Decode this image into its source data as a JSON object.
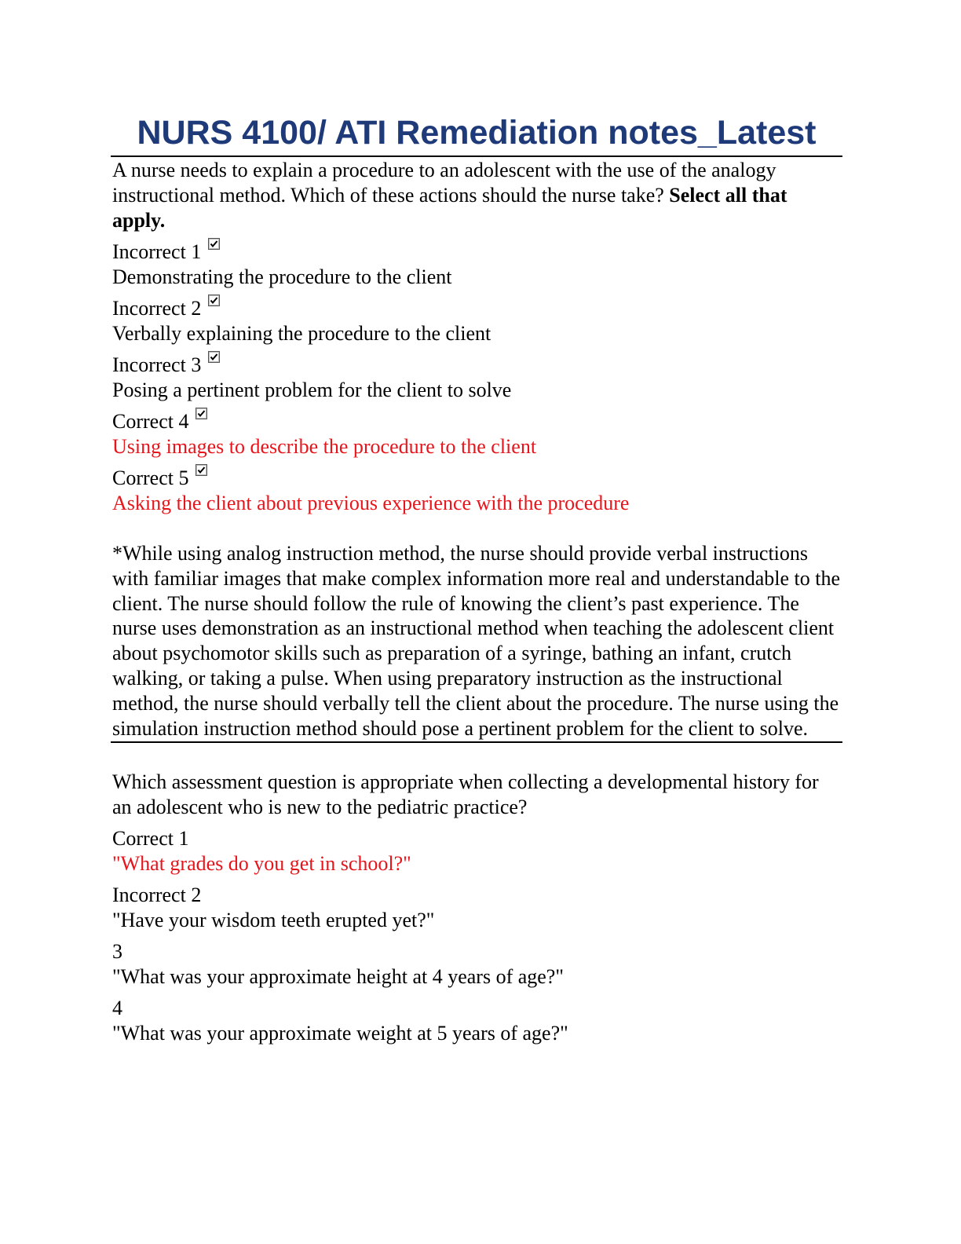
{
  "document": {
    "title": "NURS 4100/ ATI Remediation notes_Latest"
  },
  "question1": {
    "stem": "A nurse needs to explain a procedure to an adolescent with the use of the analogy instructional method. Which of these actions should the nurse take?",
    "stem_bold": "Select all that apply.",
    "answers": [
      {
        "label": "Incorrect 1",
        "text": "Demonstrating the procedure to the client",
        "checked": true,
        "correct": false
      },
      {
        "label": "Incorrect 2",
        "text": "Verbally explaining the procedure to the client",
        "checked": true,
        "correct": false
      },
      {
        "label": "Incorrect 3",
        "text": "Posing a pertinent problem for the client to solve",
        "checked": true,
        "correct": false
      },
      {
        "label": "Correct 4",
        "text": "Using images to describe the procedure to the client",
        "checked": true,
        "correct": true
      },
      {
        "label": "Correct 5",
        "text": "Asking the client about previous experience with the procedure",
        "checked": true,
        "correct": true
      }
    ],
    "rationale": "*While using analog instruction method, the nurse should provide verbal instructions with familiar images that make complex information more real and understandable to the client. The nurse should follow the rule of knowing the client’s past experience. The nurse uses demonstration as an instructional method when teaching the adolescent client about psychomotor skills such as preparation of a syringe, bathing an infant, crutch walking, or taking a pulse. When using preparatory instruction as the instructional method, the nurse should verbally tell the client about the procedure. The nurse using the simulation instruction method should pose a pertinent problem for the client to solve."
  },
  "question2": {
    "stem": "Which assessment question is appropriate when collecting a developmental history for an adolescent who is new to the pediatric practice?",
    "answers": [
      {
        "label": "Correct 1",
        "text": "\"What grades do you get in school?\"",
        "correct": true
      },
      {
        "label": "Incorrect 2",
        "text": "\"Have your wisdom teeth erupted yet?\"",
        "correct": false
      },
      {
        "label": "3",
        "text": "\"What was your approximate height at 4 years of age?\"",
        "correct": false
      },
      {
        "label": "4",
        "text": "\"What was your approximate weight at 5 years of age?\"",
        "correct": false
      }
    ]
  },
  "colors": {
    "title": "#1f3a78",
    "correct_answer": "#e8141b",
    "body_text": "#000000"
  },
  "icons": {
    "checkbox": "checked-checkbox-icon"
  }
}
